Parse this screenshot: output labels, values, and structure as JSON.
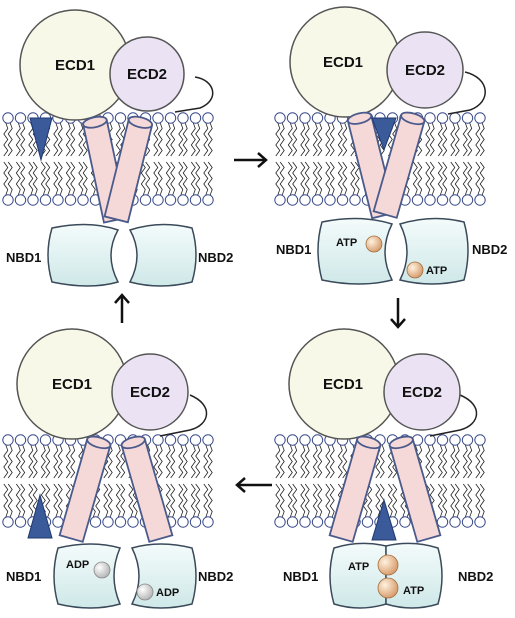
{
  "panels": [
    {
      "id": "top-left",
      "ecd1": "ECD1",
      "ecd2": "ECD2",
      "nbd1": "NBD1",
      "nbd2": "NBD2",
      "nucleotides": [],
      "state": "open"
    },
    {
      "id": "top-right",
      "ecd1": "ECD1",
      "ecd2": "ECD2",
      "nbd1": "NBD1",
      "nbd2": "NBD2",
      "nucleotides": [
        "ATP",
        "ATP"
      ],
      "state": "atp-bound"
    },
    {
      "id": "bottom-right",
      "ecd1": "ECD1",
      "ecd2": "ECD2",
      "nbd1": "NBD1",
      "nbd2": "NBD2",
      "nucleotides": [
        "ATP",
        "ATP"
      ],
      "state": "closed"
    },
    {
      "id": "bottom-left",
      "ecd1": "ECD1",
      "ecd2": "ECD2",
      "nbd1": "NBD1",
      "nbd2": "NBD2",
      "nucleotides": [
        "ADP",
        "ADP"
      ],
      "state": "adp-bound"
    }
  ],
  "colors": {
    "ecd1_fill": "#f8f8e8",
    "ecd2_fill": "#ebe3f3",
    "nbd_fill": "#e4f4f4",
    "helix_fill": "#f5d8d8",
    "outline": "#4a5a8a",
    "substrate": "#3a5a9a",
    "atp_ball": "#f2c9a0",
    "adp_ball": "#f2f2f2",
    "lipid_head": "#ffffff"
  }
}
